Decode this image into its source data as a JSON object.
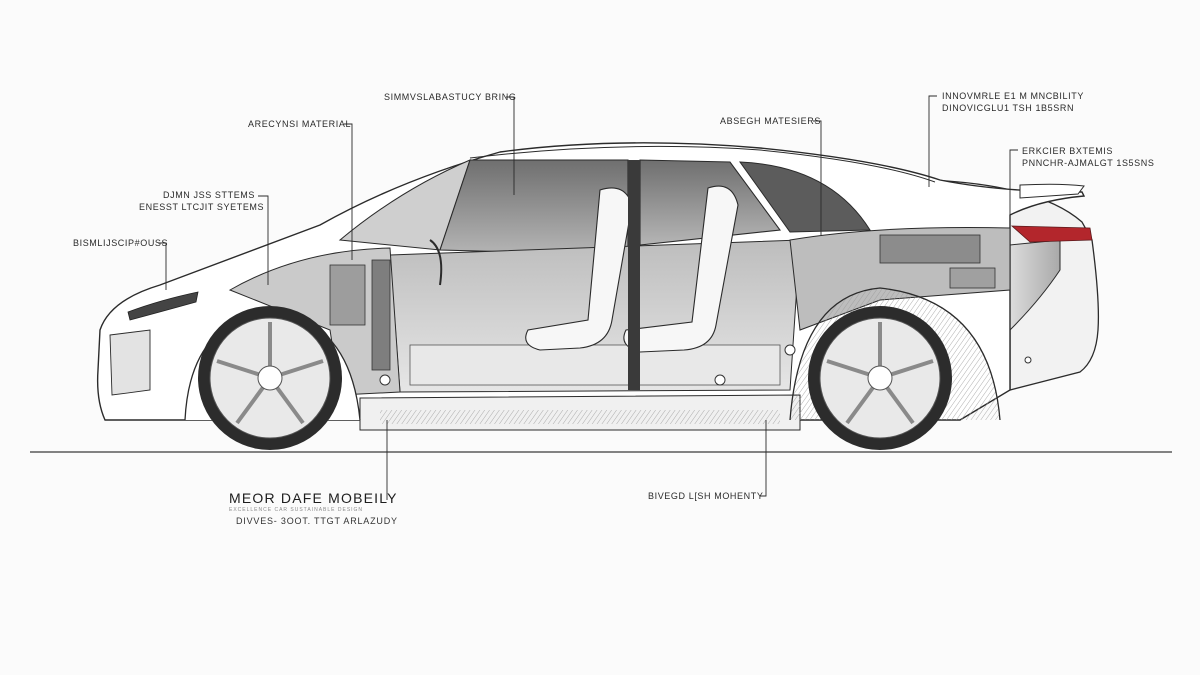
{
  "diagram": {
    "callouts": {
      "sustainable_bins": "SIMMVSLABASTUCY BRING",
      "recycled_material": "ARECYNSI MATERIAL",
      "adaptive_materials": "ABSEGH MATESIERS",
      "innovative_mobility": "INNOVMRLE E1 M MNCBILITY",
      "innovative_mobility_sub": "DINOVICGLU1 TSH 1B5SRN",
      "energy_systems": "ERKCIER BXTEMIS",
      "energy_systems_sub": "PNNCHR-AJMALGT 1S5SNS",
      "dm_systems": "DJMN JSS STTEMS",
      "energy_light_systems": "ENESST LTCJIT SYETEMS",
      "bismuscip": "BISMLIJSCIP#OUSS",
      "bottom_mobility": "BIVEGD L[SH MOHENTY"
    },
    "title": {
      "main": "MEOR DAFE MOBEILY",
      "fine": "EXCELLENCE CAR SUSTAINABLE DESIGN",
      "sub": "DIVVES- 3OOT. TTGT ARLAZUDY"
    }
  },
  "colors": {
    "line": "#2b2b2b",
    "glass": "#8e8e8e",
    "interior": "#d9d9d9",
    "taillight": "#b3262c",
    "body": "#ffffff"
  }
}
